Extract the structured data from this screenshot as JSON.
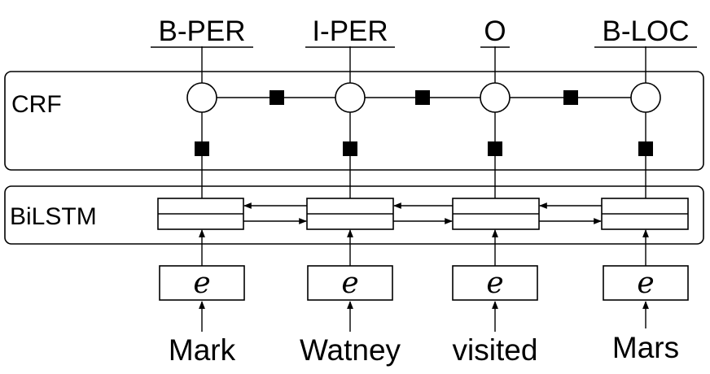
{
  "layers": {
    "crf": "CRF",
    "bilstm": "BiLSTM"
  },
  "tags": [
    "B-PER",
    "I-PER",
    "O",
    "B-LOC"
  ],
  "embedding_symbol": "e",
  "words": [
    "Mark",
    "Watney",
    "visited",
    "Mars"
  ]
}
